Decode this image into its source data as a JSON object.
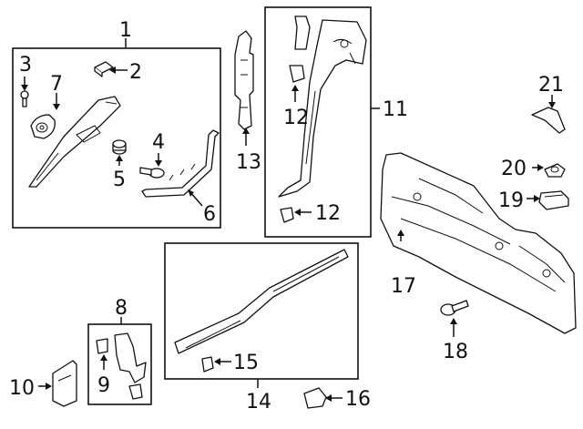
{
  "callouts": {
    "c1": "1",
    "c2": "2",
    "c3": "3",
    "c4": "4",
    "c5": "5",
    "c6": "6",
    "c7": "7",
    "c8": "8",
    "c9": "9",
    "c10": "10",
    "c11": "11",
    "c12a": "12",
    "c12b": "12",
    "c13": "13",
    "c14": "14",
    "c15": "15",
    "c16": "16",
    "c17": "17",
    "c18": "18",
    "c19": "19",
    "c20": "20",
    "c21": "21"
  },
  "colors": {
    "ink": "#111111",
    "paper": "#ffffff"
  }
}
